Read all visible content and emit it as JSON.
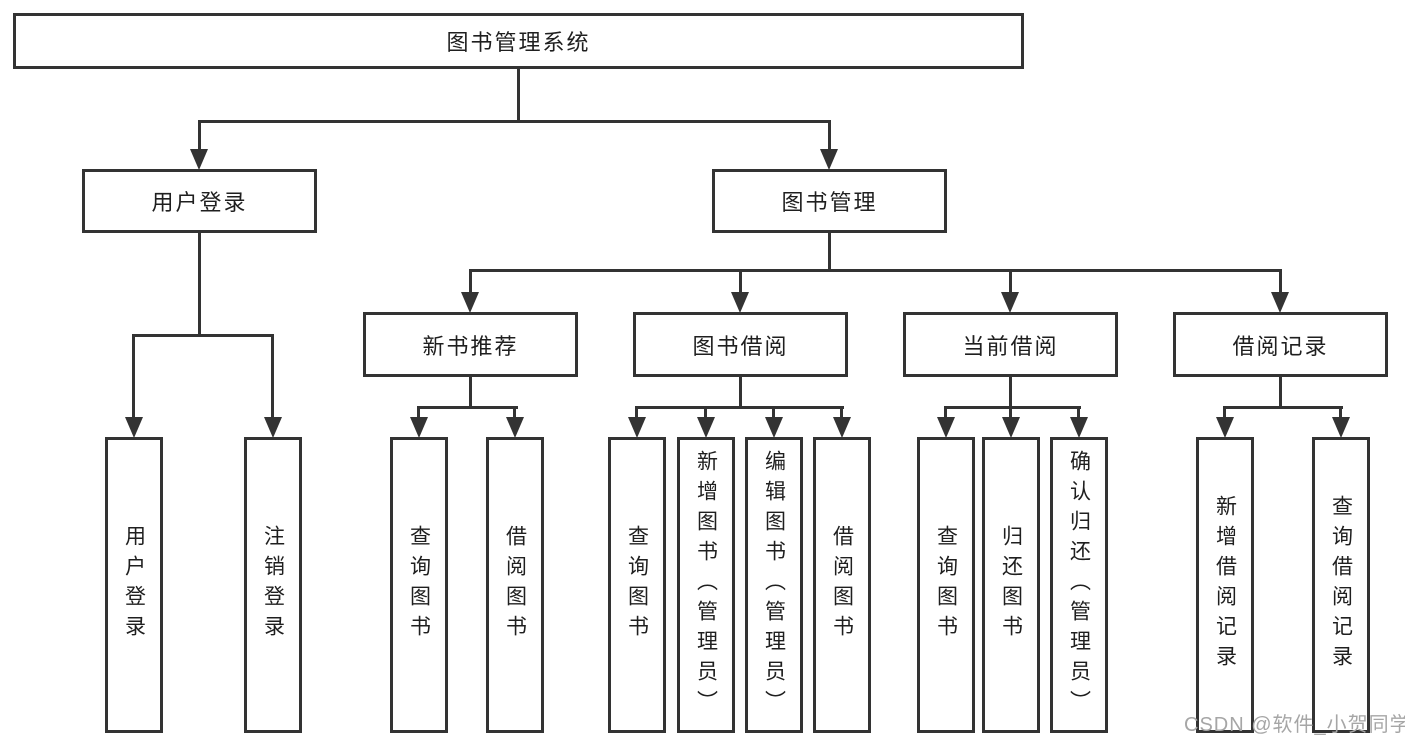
{
  "diagram": {
    "root": {
      "label": "图书管理系统"
    },
    "level2": [
      {
        "label": "用户登录"
      },
      {
        "label": "图书管理"
      }
    ],
    "level3": [
      {
        "label": "新书推荐",
        "parent": "图书管理"
      },
      {
        "label": "图书借阅",
        "parent": "图书管理"
      },
      {
        "label": "当前借阅",
        "parent": "图书管理"
      },
      {
        "label": "借阅记录",
        "parent": "图书管理"
      }
    ],
    "leaves": [
      {
        "label": "用户登录",
        "parent": "用户登录"
      },
      {
        "label": "注销登录",
        "parent": "用户登录"
      },
      {
        "label": "查询图书",
        "parent": "新书推荐"
      },
      {
        "label": "借阅图书",
        "parent": "新书推荐"
      },
      {
        "label": "查询图书",
        "parent": "图书借阅"
      },
      {
        "label": "新增图书（管理员）",
        "parent": "图书借阅"
      },
      {
        "label": "编辑图书（管理员）",
        "parent": "图书借阅"
      },
      {
        "label": "借阅图书",
        "parent": "图书借阅"
      },
      {
        "label": "查询图书",
        "parent": "当前借阅"
      },
      {
        "label": "归还图书",
        "parent": "当前借阅"
      },
      {
        "label": "确认归还（管理员）",
        "parent": "当前借阅"
      },
      {
        "label": "新增借阅记录",
        "parent": "借阅记录"
      },
      {
        "label": "查询借阅记录",
        "parent": "借阅记录"
      }
    ],
    "watermark": "CSDN @软件_小贺同学",
    "colors": {
      "line": "#333333",
      "text": "#1f1f1f",
      "bg": "#ffffff",
      "boxbg": "#ffffff",
      "wm": "#a6a6a6"
    }
  }
}
